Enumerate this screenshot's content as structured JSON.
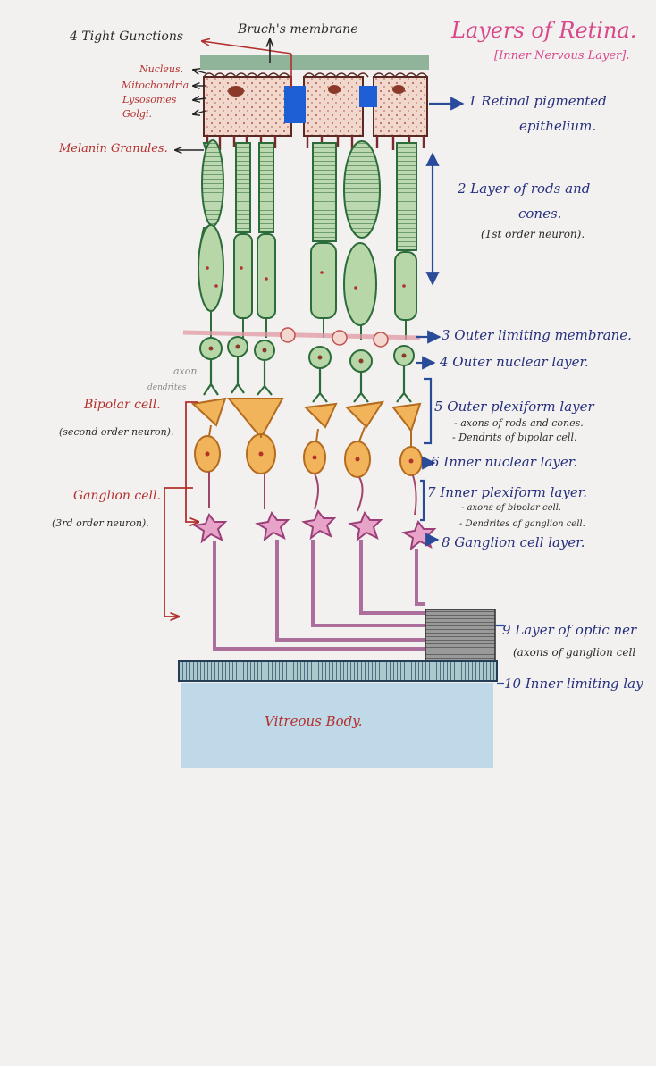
{
  "header": {
    "title": "Layers of Retina.",
    "subtitle": "[Inner Nervous Layer]."
  },
  "labels": {
    "tight_junctions": "4 Tight Gunctions",
    "bruchs_membrane": "Bruch's membrane",
    "nucleus": "Nucleus.",
    "mitochondria": "Mitochondria",
    "lysosomes": "Lysosomes",
    "golgi": "Golgi.",
    "melanin_granules": "Melanin Granules.",
    "axon": "axon",
    "dendrites": "dendrites",
    "bipolar_cell": "Bipolar cell.",
    "bipolar_note": "(second order neuron).",
    "ganglion_cell": "Ganglion cell.",
    "ganglion_note": "(3rd order neuron).",
    "vitreous_body": "Vitreous Body."
  },
  "layers": [
    {
      "label": "1 Retinal pigmented",
      "label_line2": "epithelium."
    },
    {
      "label": "2 Layer of rods and",
      "label_line2": "cones.",
      "note": "(1st order neuron)."
    },
    {
      "label": "3 Outer limiting membrane."
    },
    {
      "label": "4 Outer nuclear layer."
    },
    {
      "label": "5 Outer plexiform layer",
      "notes": [
        "- axons of rods and cones.",
        "- Dendrits of bipolar cell."
      ]
    },
    {
      "label": "6 Inner nuclear layer."
    },
    {
      "label": "7 Inner plexiform layer.",
      "notes": [
        "- axons of bipolar cell.",
        "- Dendrites of ganglion cell."
      ]
    },
    {
      "label": "8 Ganglion cell layer."
    },
    {
      "label": "9 Layer of optic ner",
      "note": "(axons of ganglion cell"
    },
    {
      "label": "10 Inner limiting lay"
    }
  ],
  "colors": {
    "label_blue": "#27307d",
    "label_red": "#b2302d",
    "title_pink": "#d8488a"
  }
}
